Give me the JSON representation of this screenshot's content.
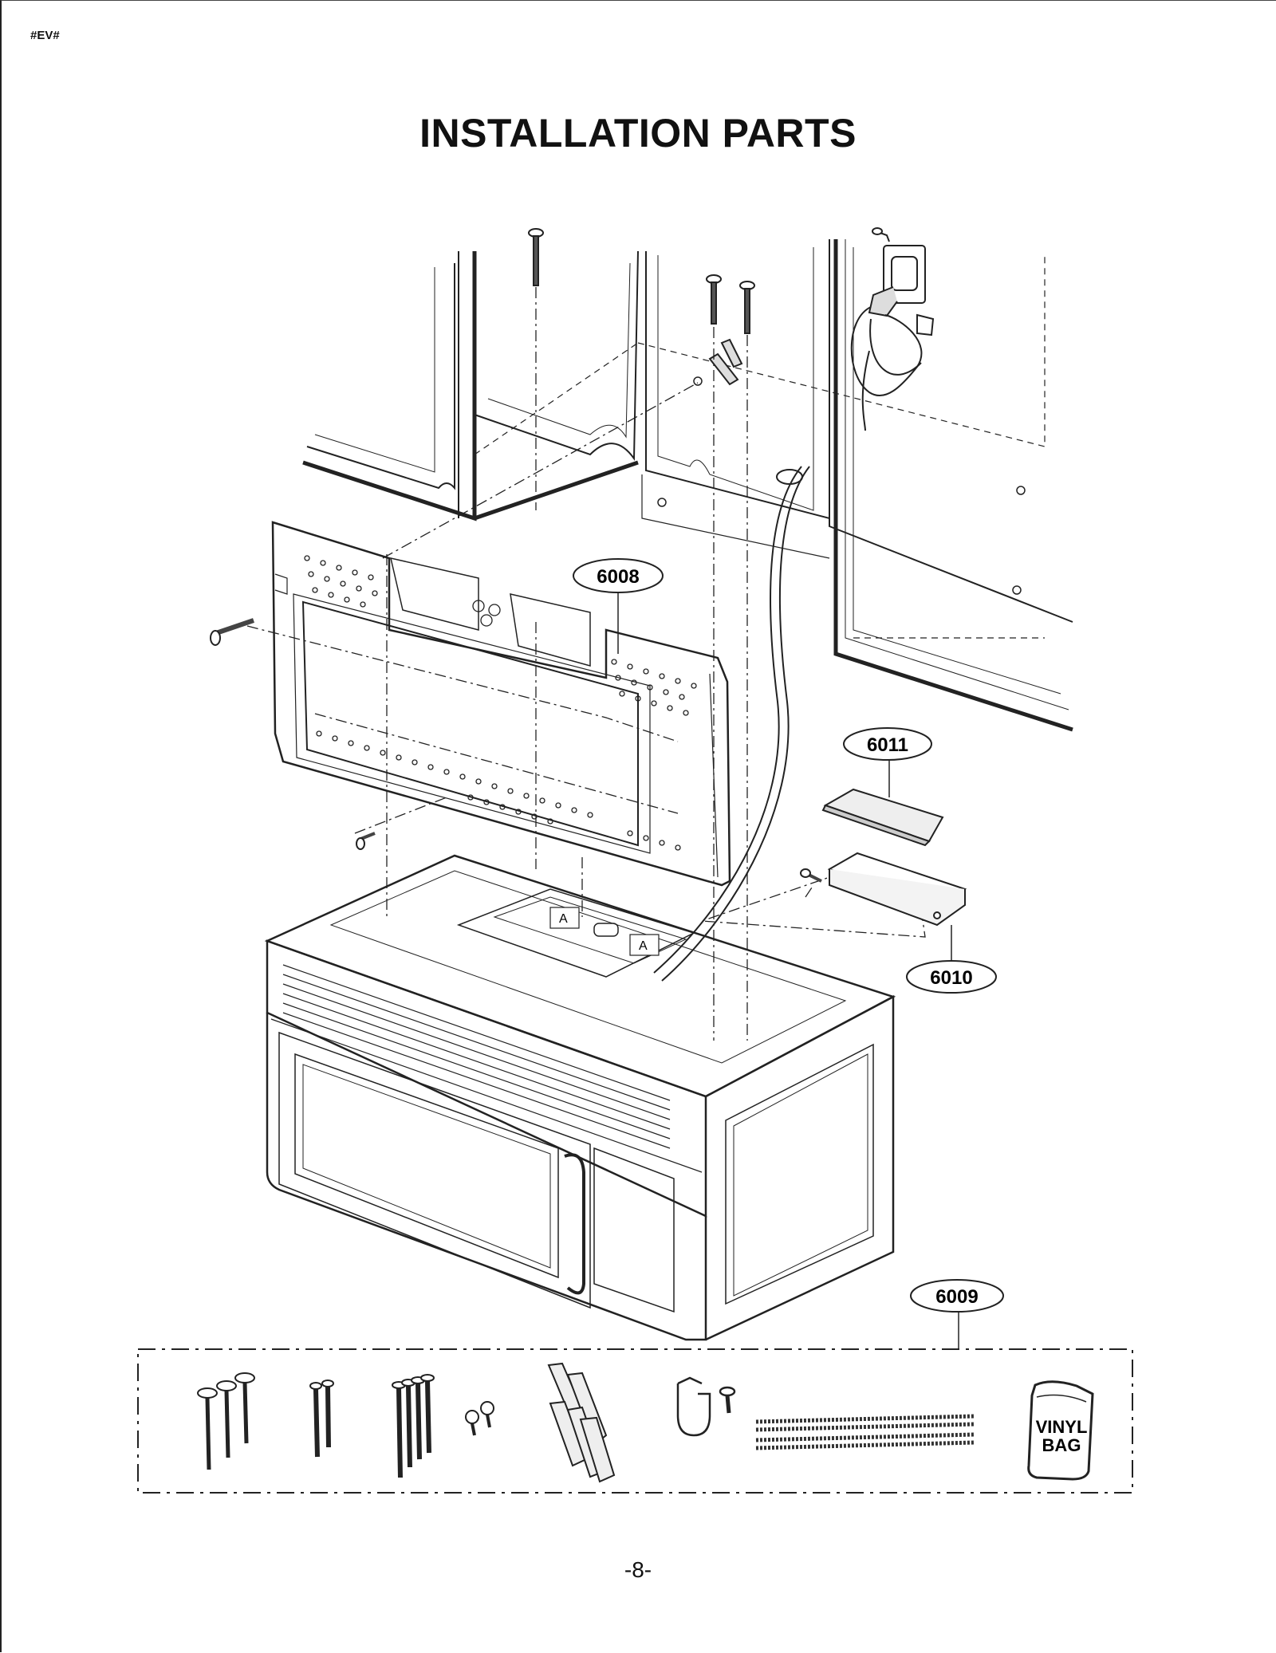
{
  "header": {
    "tag": "#EV#",
    "title": "INSTALLATION PARTS"
  },
  "callouts": {
    "mounting_plate": "6008",
    "kit": "6009",
    "bracket": "6010",
    "cover": "6011"
  },
  "plate_labels": {
    "left": "A",
    "right": "A"
  },
  "vinyl_bag": {
    "line1": "VINYL",
    "line2": "BAG"
  },
  "footer": {
    "page": "-8-"
  }
}
